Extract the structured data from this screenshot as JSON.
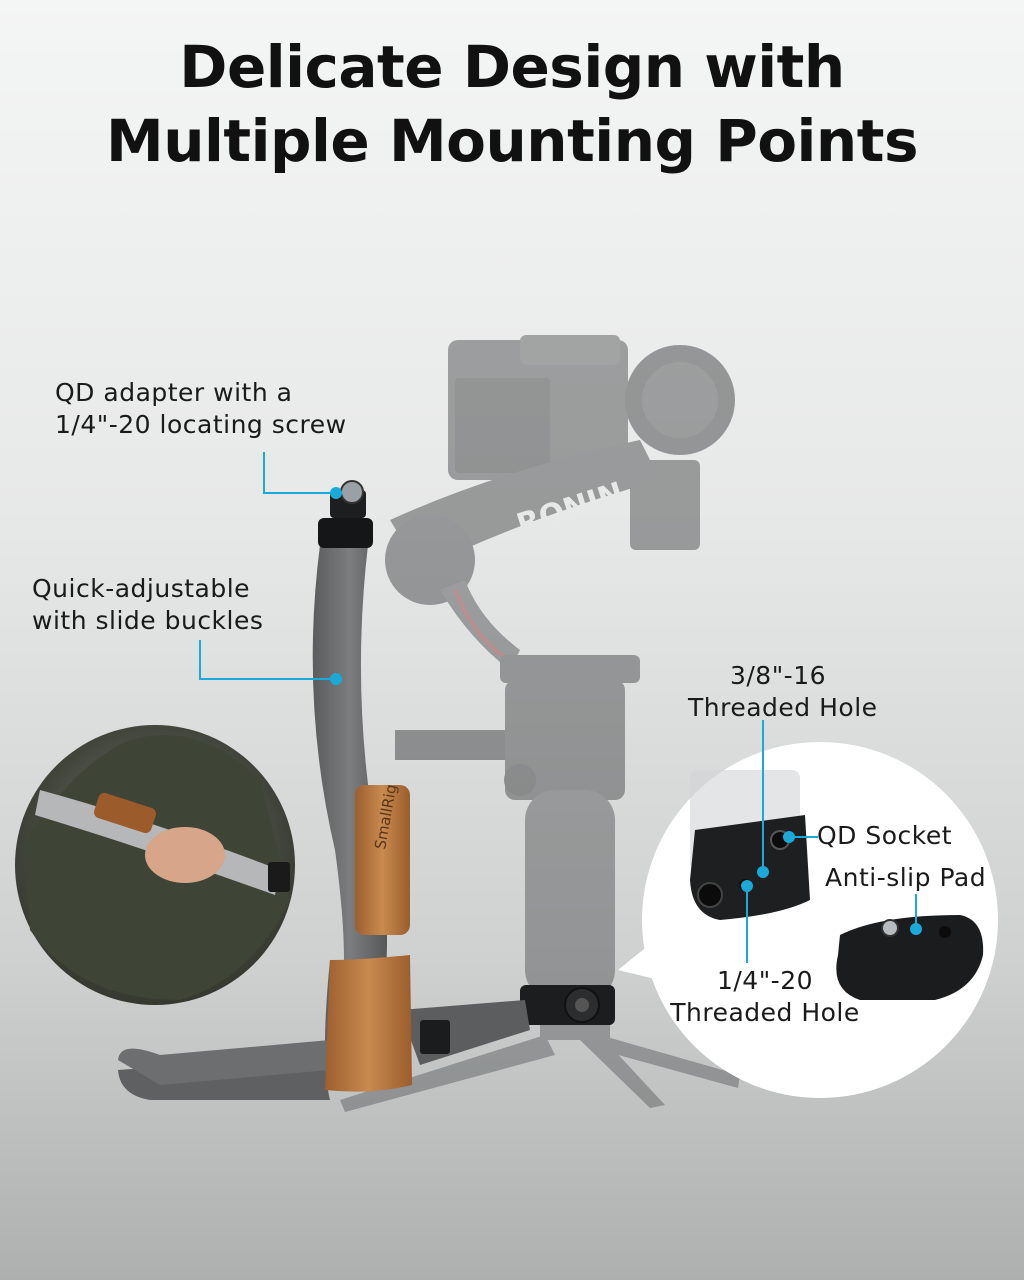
{
  "title": {
    "line1": "Delicate Design with",
    "line2": "Multiple Mounting Points"
  },
  "callouts": {
    "qd_adapter": {
      "line1": "QD adapter with a",
      "line2": "1/4\"-20 locating screw"
    },
    "quick_adjust": {
      "line1": "Quick-adjustable",
      "line2": "with slide buckles"
    },
    "threaded_38": {
      "line1": "3/8\"-16",
      "line2": "Threaded Hole"
    },
    "qd_socket": "QD Socket",
    "anti_slip": "Anti-slip Pad",
    "threaded_14": {
      "line1": "1/4\"-20",
      "line2": "Threaded Hole"
    }
  },
  "product_marks": {
    "gimbal_brand": "RONIN",
    "strap_brand": "SmallRig"
  },
  "colors": {
    "accent": "#1aa9d8",
    "title": "#111111",
    "leather": "#b8753e",
    "strap": "#6b6d6e"
  }
}
